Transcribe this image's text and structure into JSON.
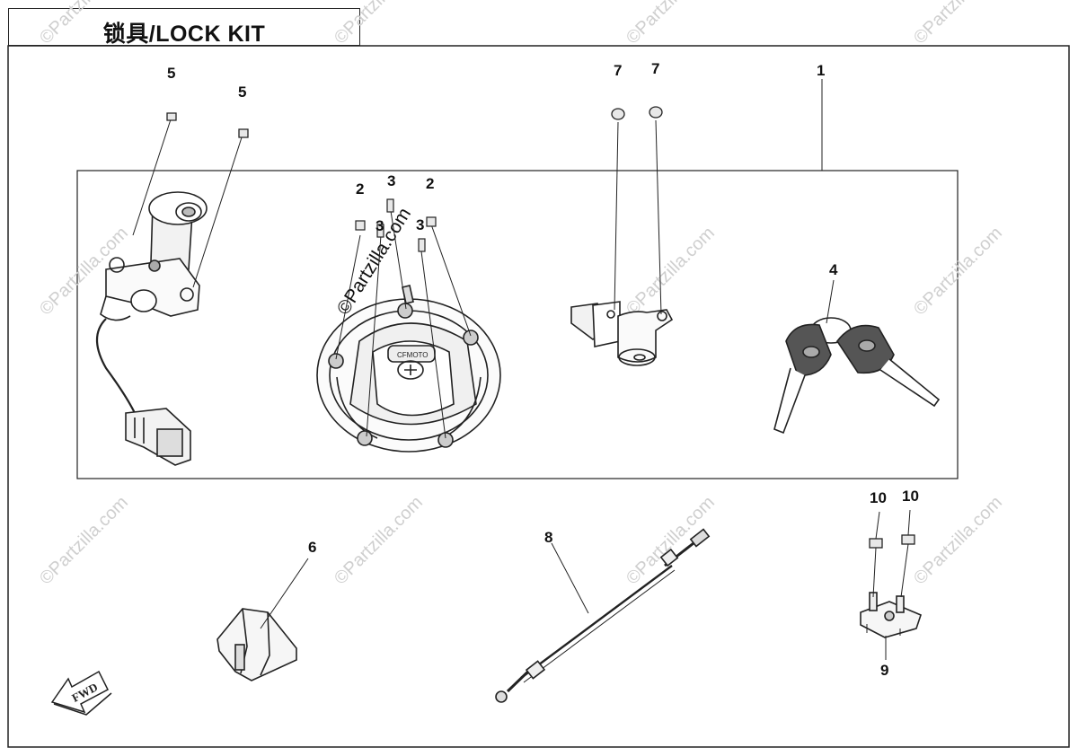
{
  "title": "锁具/LOCK KIT",
  "watermark": "©Partzilla.com",
  "fwd_label": "FWD",
  "logo_text": "CFMOTO",
  "callouts": [
    "1",
    "2",
    "2",
    "3",
    "3",
    "3",
    "4",
    "5",
    "5",
    "6",
    "7",
    "7",
    "8",
    "9",
    "10",
    "10"
  ],
  "colors": {
    "line": "#222222",
    "watermark": "#cfcfcf",
    "background": "#ffffff"
  }
}
